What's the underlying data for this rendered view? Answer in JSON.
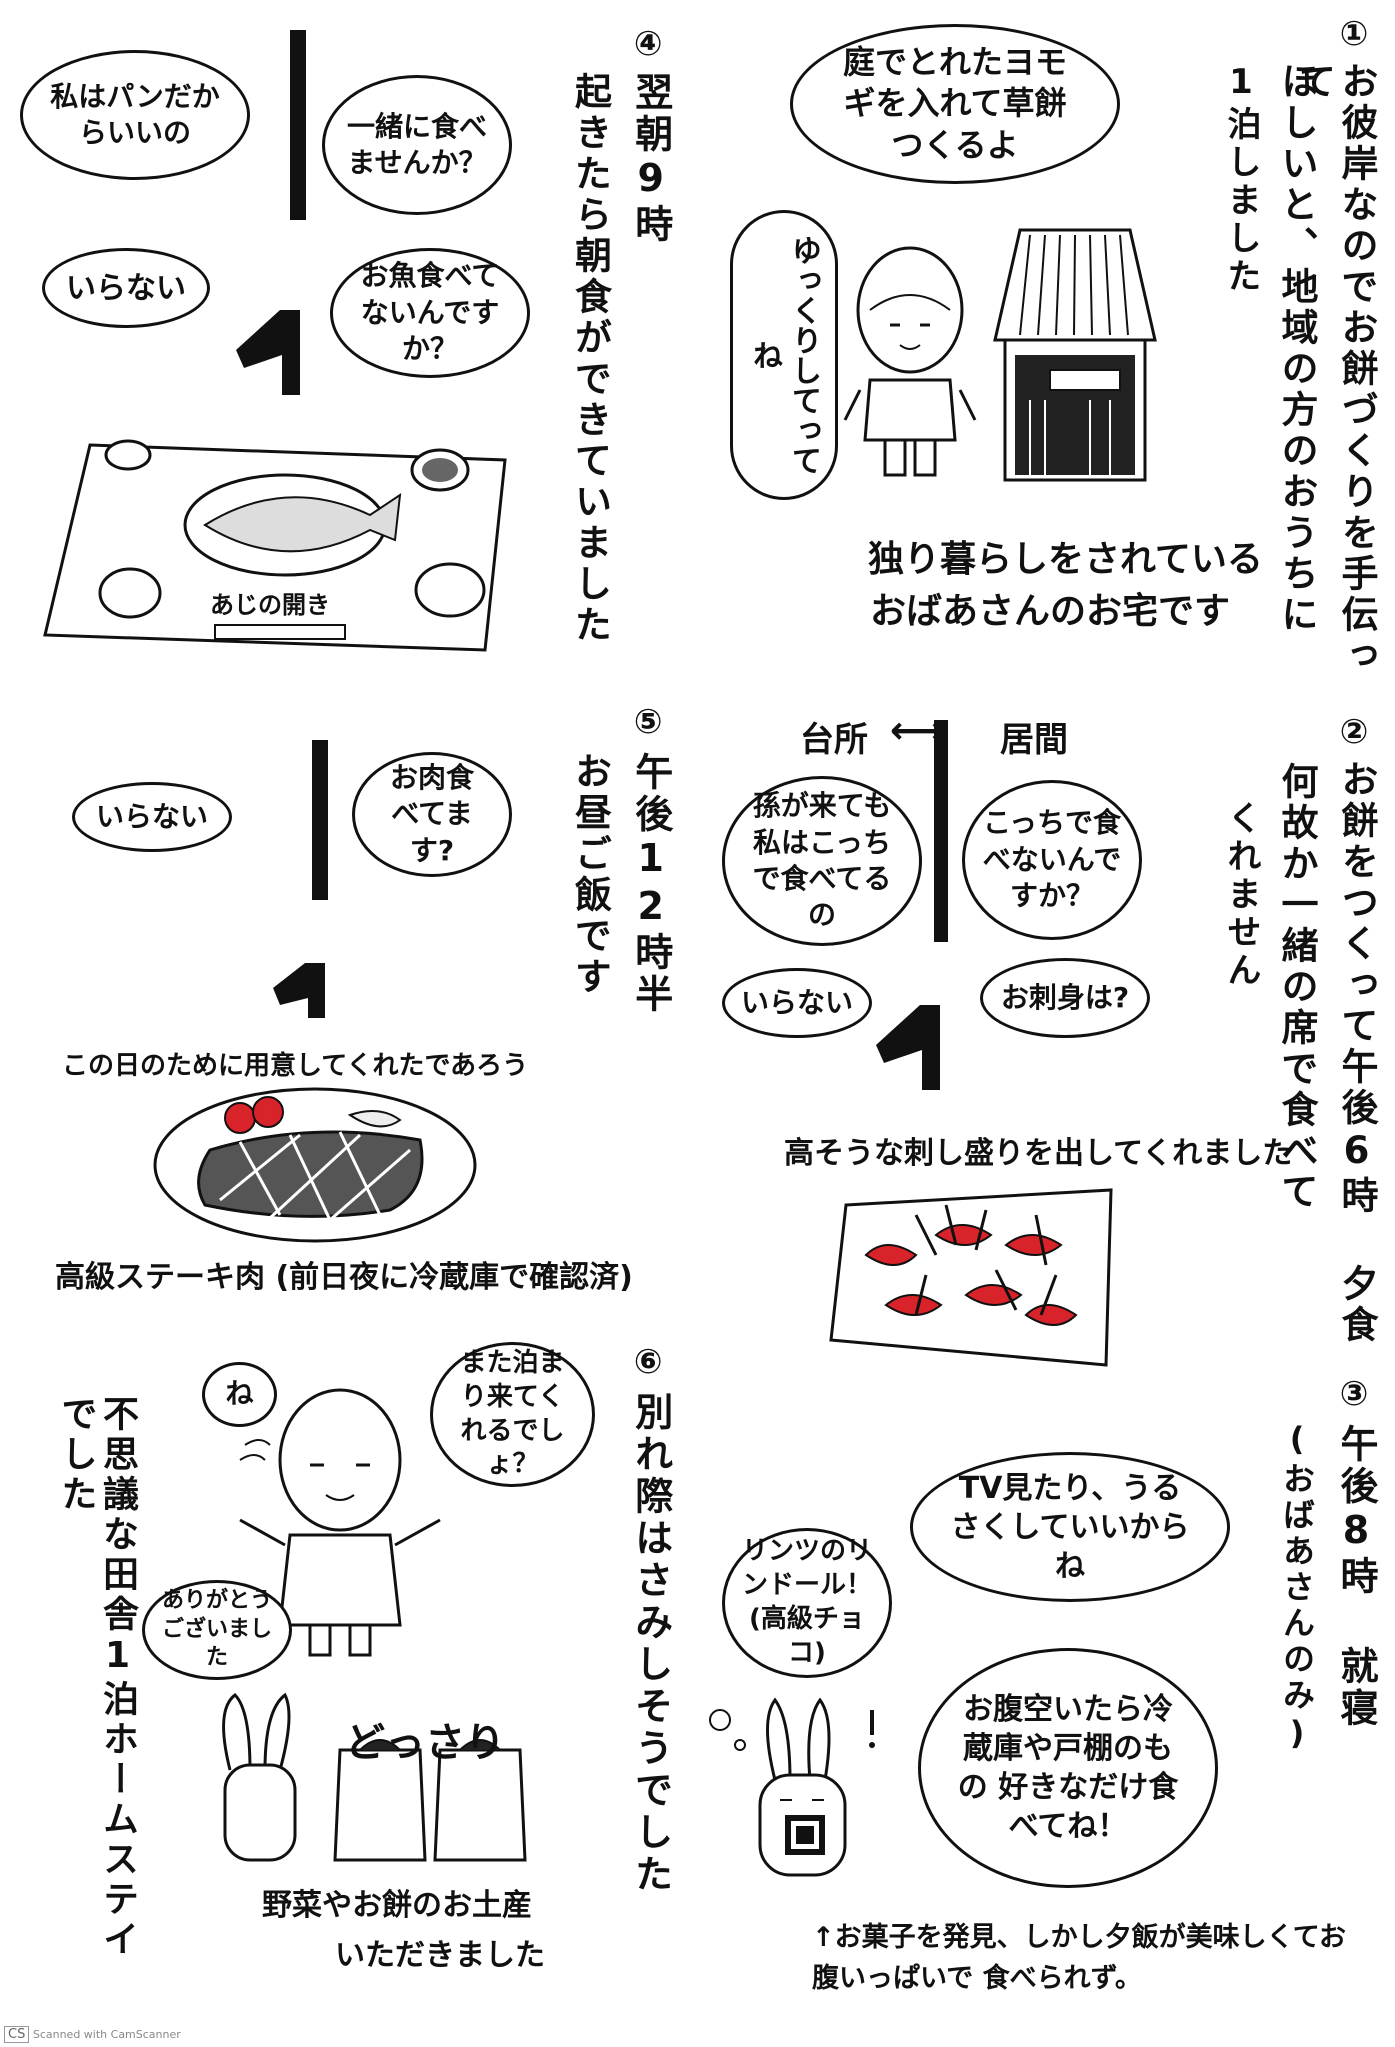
{
  "step1": {
    "number": "①",
    "heading_line1": "お彼岸なのでお餅づくりを手伝って",
    "heading_line2": "ほしいと、地域の方のおうちに",
    "heading_line3": "1泊しました",
    "speech_mochi": "庭でとれたヨモギを入れて草餅つくるよ",
    "speech_relax": "ゆっくりしてってね",
    "caption": "独り暮らしをされている",
    "caption2": "おばあさんのお宅です"
  },
  "step2": {
    "number": "②",
    "heading_line1": "お餅をつくって午後6時 夕食",
    "heading_line2": "何故か一緒の席で食べて",
    "heading_line3": "くれません",
    "room_kitchen": "台所",
    "room_living": "居間",
    "arrow_glyph": "⟷",
    "speech_grandkids": "孫が来ても私はこっちで食べてるの",
    "speech_eat_here": "こっちで食べないんですか？",
    "speech_iranai": "いらない",
    "speech_sashimi": "お刺身は?",
    "caption": "高そうな刺し盛りを出してくれました"
  },
  "step3": {
    "number": "③",
    "heading_line1": "午後8時 就寝",
    "heading_line2": "(おばあさんのみ)",
    "speech_tv": "TV見たり、うるさくしていいからね",
    "speech_hungry": "お腹空いたら冷蔵庫や戸棚のもの 好きなだけ食べてね！",
    "speech_lindt": "リンツのリンドール！(高級チョコ)",
    "footnote": "↑お菓子を発見、しかし夕飯が美味しくてお腹いっぱいで 食べられず。"
  },
  "step4": {
    "number": "④",
    "heading_line1": "翌朝9時",
    "heading_line2": "起きたら朝食ができていました",
    "speech_bread": "私はパンだからいいの",
    "speech_together": "一緒に食べませんか？",
    "speech_iranai": "いらない",
    "speech_fish": "お魚食べてないんですか？",
    "dish_label": "あじの開き"
  },
  "step5": {
    "number": "⑤",
    "heading_line1": "午後12時半",
    "heading_line2": "お昼ご飯です",
    "speech_iranai": "いらない",
    "speech_meat": "お肉食べてます?",
    "caption_top": "この日のために用意してくれたであろう",
    "caption_bottom": "高級ステーキ肉 (前日夜に冷蔵庫で確認済)"
  },
  "step6": {
    "number": "⑥",
    "heading": "別れ際はさみしそうでした",
    "speech_ne": "ね",
    "speech_again": "また泊まり来てくれるでしょ？",
    "speech_thanks": "ありがとうございました",
    "dossari": "どっさり",
    "caption": "野菜やお餅のお土産",
    "caption2": "いただきました"
  },
  "ending": "不思議な田舎1泊ホームステイでした",
  "scanner": {
    "logo": "CS",
    "label": "Scanned with CamScanner"
  },
  "colors": {
    "ink": "#111111",
    "red": "#d8232a",
    "paper": "#ffffff"
  }
}
